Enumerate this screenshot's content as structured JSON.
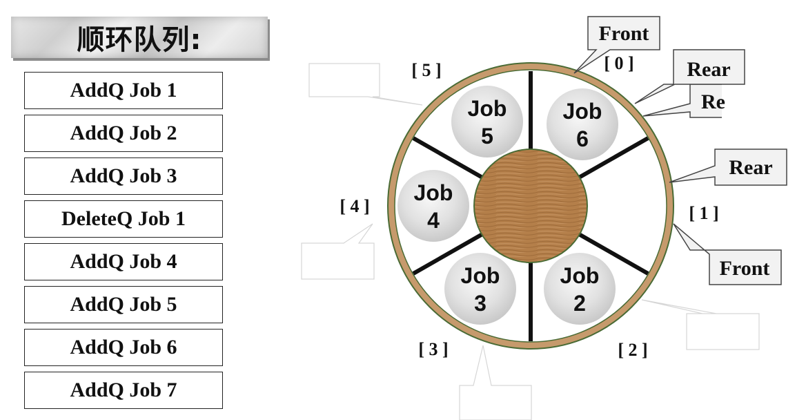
{
  "title": "顺环队列:",
  "operations": [
    "AddQ Job 1",
    "AddQ Job 2",
    "AddQ Job 3",
    "DeleteQ Job 1",
    "AddQ Job 4",
    "AddQ Job 5",
    "AddQ Job 6",
    "AddQ Job 7"
  ],
  "queue": {
    "slot_indices": [
      "[ 0 ]",
      "[ 1 ]",
      "[ 2 ]",
      "[ 3 ]",
      "[ 4 ]",
      "[ 5 ]"
    ],
    "jobs": [
      {
        "word": "Job",
        "num": "6"
      },
      {
        "word": "Job",
        "num": "2"
      },
      {
        "word": "Job",
        "num": "3"
      },
      {
        "word": "Job",
        "num": "4"
      },
      {
        "word": "Job",
        "num": "5"
      }
    ]
  },
  "pointers": {
    "front_top": "Front",
    "front_right": "Front",
    "rear_top": "Rear",
    "rear_partial": "Re",
    "rear_right": "Rear"
  },
  "colors": {
    "ring_wood": "#b98a5c",
    "hub_wood": "#b07a45",
    "ring_outline": "#4a6b35"
  }
}
